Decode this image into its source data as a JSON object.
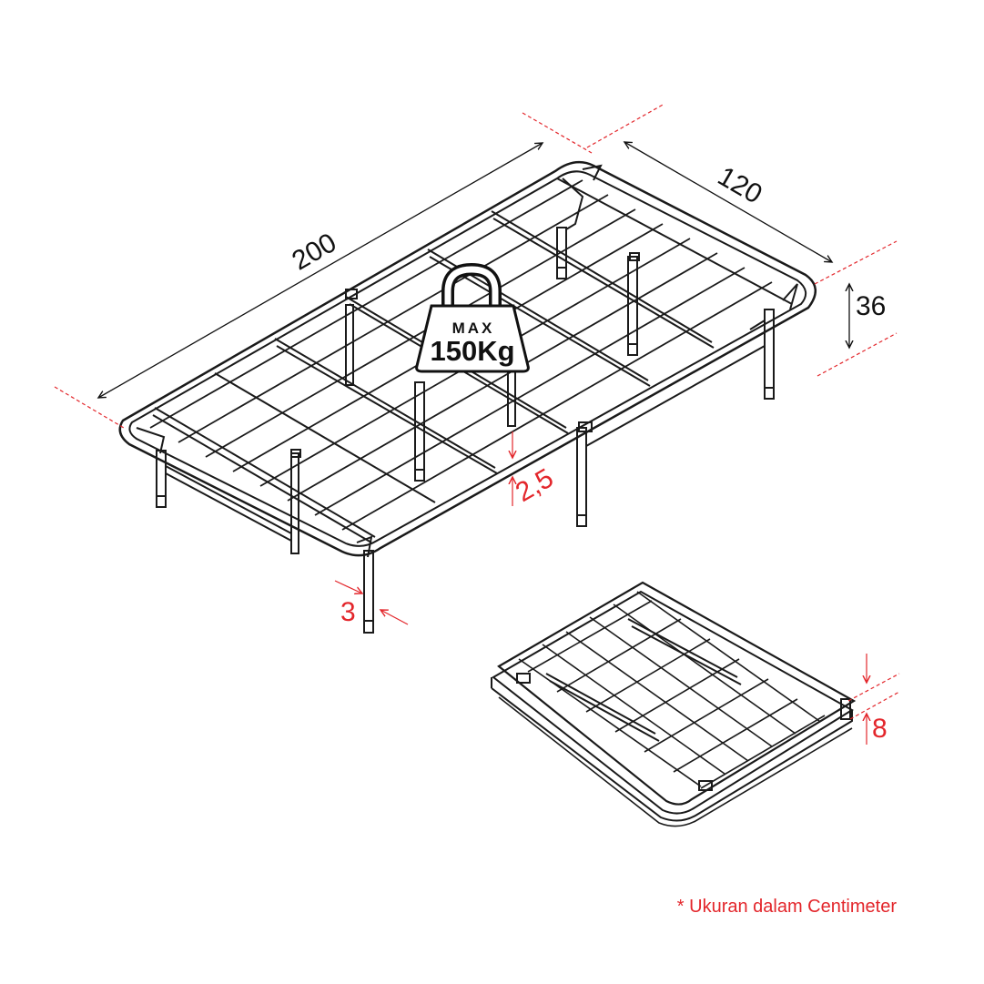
{
  "dimensions": {
    "length": "200",
    "width": "120",
    "height": "36",
    "grid_gap": "2,5",
    "leg_size": "3",
    "folded_height": "8"
  },
  "weight_badge": {
    "top": "MAX",
    "bottom": "150Kg"
  },
  "footnote": "* Ukuran dalam Centimeter",
  "colors": {
    "accent_red": "#e3262b",
    "line_dark": "#1a1a1a",
    "background": "#ffffff"
  }
}
